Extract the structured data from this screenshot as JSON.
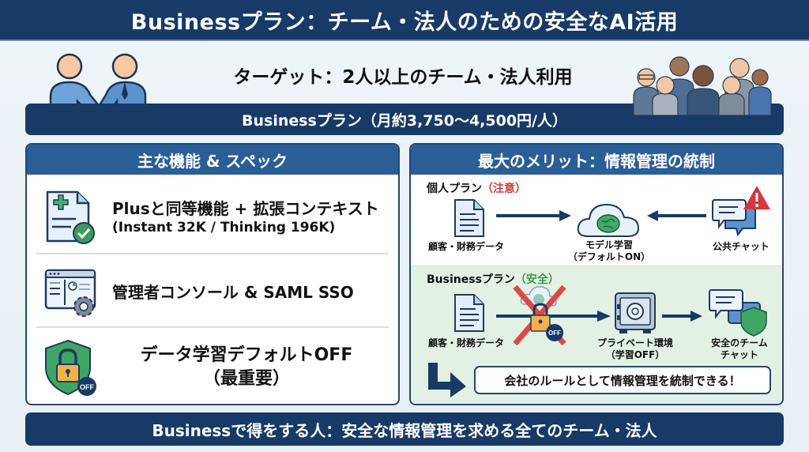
{
  "title": "Businessプラン：チーム・法人のための安全なAI活用",
  "target": "ターゲット：2人以上のチーム・法人利用",
  "price": "Businessプラン（月約3,750〜4,500円/人）",
  "icons": {
    "handshake": "handshake-icon",
    "crowd": "business-team-icon"
  },
  "features": {
    "header": "主な機能 & スペック",
    "items": [
      {
        "icon": "document-check-icon",
        "line1": "Plusと同等機能 + 拡張コンテキスト",
        "line2": "(Instant 32K / Thinking 196K)"
      },
      {
        "icon": "admin-console-gear-icon",
        "line1": "管理者コンソール & SAML SSO"
      },
      {
        "icon": "shield-lock-off-icon",
        "line1": "データ学習デフォルトOFF",
        "line2": "（最重要）",
        "badge": "OFF"
      }
    ]
  },
  "merit": {
    "header": "最大のメリット：情報管理の統制",
    "personal": {
      "label": "個人プラン",
      "tag": "（注意）",
      "source": "顧客・財務データ",
      "center_line1": "モデル学習",
      "center_line2": "（デフォルトON）",
      "chat": "公共チャット"
    },
    "business": {
      "label": "Businessプラン",
      "tag": "（安全）",
      "source": "顧客・財務データ",
      "blocked_badge": "OFF",
      "vault_line1": "プライベート環境",
      "vault_line2": "（学習OFF）",
      "chat_line1": "安全のチーム",
      "chat_line2": "チャット"
    },
    "conclusion": "会社のルールとして情報管理を統制できる！"
  },
  "footer": "Businessで得をする人：安全な情報管理を求める全てのチーム・法人",
  "colors": {
    "navy": "#173a66",
    "header_blue": "#2b5e97",
    "warning_red": "#d23a3a",
    "safe_green": "#3a9a4a",
    "business_bg": "#e3f1e4"
  }
}
